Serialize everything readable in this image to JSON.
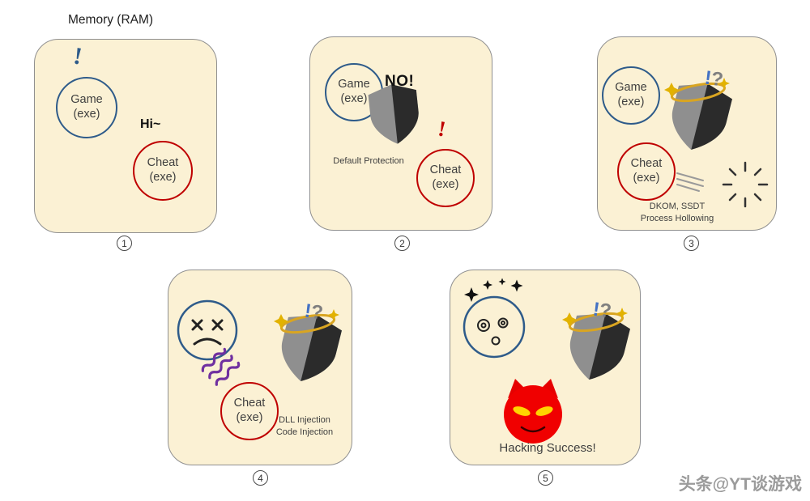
{
  "title": "Memory (RAM)",
  "watermark": "头条@YT谈游戏",
  "colors": {
    "panel_bg": "#FBF1D4",
    "panel_border": "#909090",
    "game_blue": "#2E5B8A",
    "cheat_red": "#BF0000",
    "shield_light": "#8F8F8F",
    "shield_dark": "#2B2B2B",
    "halo_gold": "#D9A521",
    "wave_purple": "#7030A0",
    "devil_red": "#F00000",
    "alert_blue": "#4472C4"
  },
  "panels": [
    {
      "number": "1",
      "game_label": "Game\n(exe)",
      "cheat_label": "Cheat\n(exe)",
      "exclaim": "!",
      "greeting": "Hi~"
    },
    {
      "number": "2",
      "game_label": "Game\n(exe)",
      "cheat_label": "Cheat\n(exe)",
      "no_label": "NO!",
      "exclaim": "!",
      "caption": "Default Protection"
    },
    {
      "number": "3",
      "game_label": "Game\n(exe)",
      "cheat_label": "Cheat\n(exe)",
      "stun_ex": "!",
      "stun_q": "?",
      "caption": "DKOM, SSDT\nProcess Hollowing"
    },
    {
      "number": "4",
      "cheat_label": "Cheat\n(exe)",
      "stun_ex": "!",
      "stun_q": "?",
      "caption": "DLL Injection\nCode Injection"
    },
    {
      "number": "5",
      "stun_ex": "!",
      "stun_q": "?",
      "caption": "Hacking Success!"
    }
  ]
}
